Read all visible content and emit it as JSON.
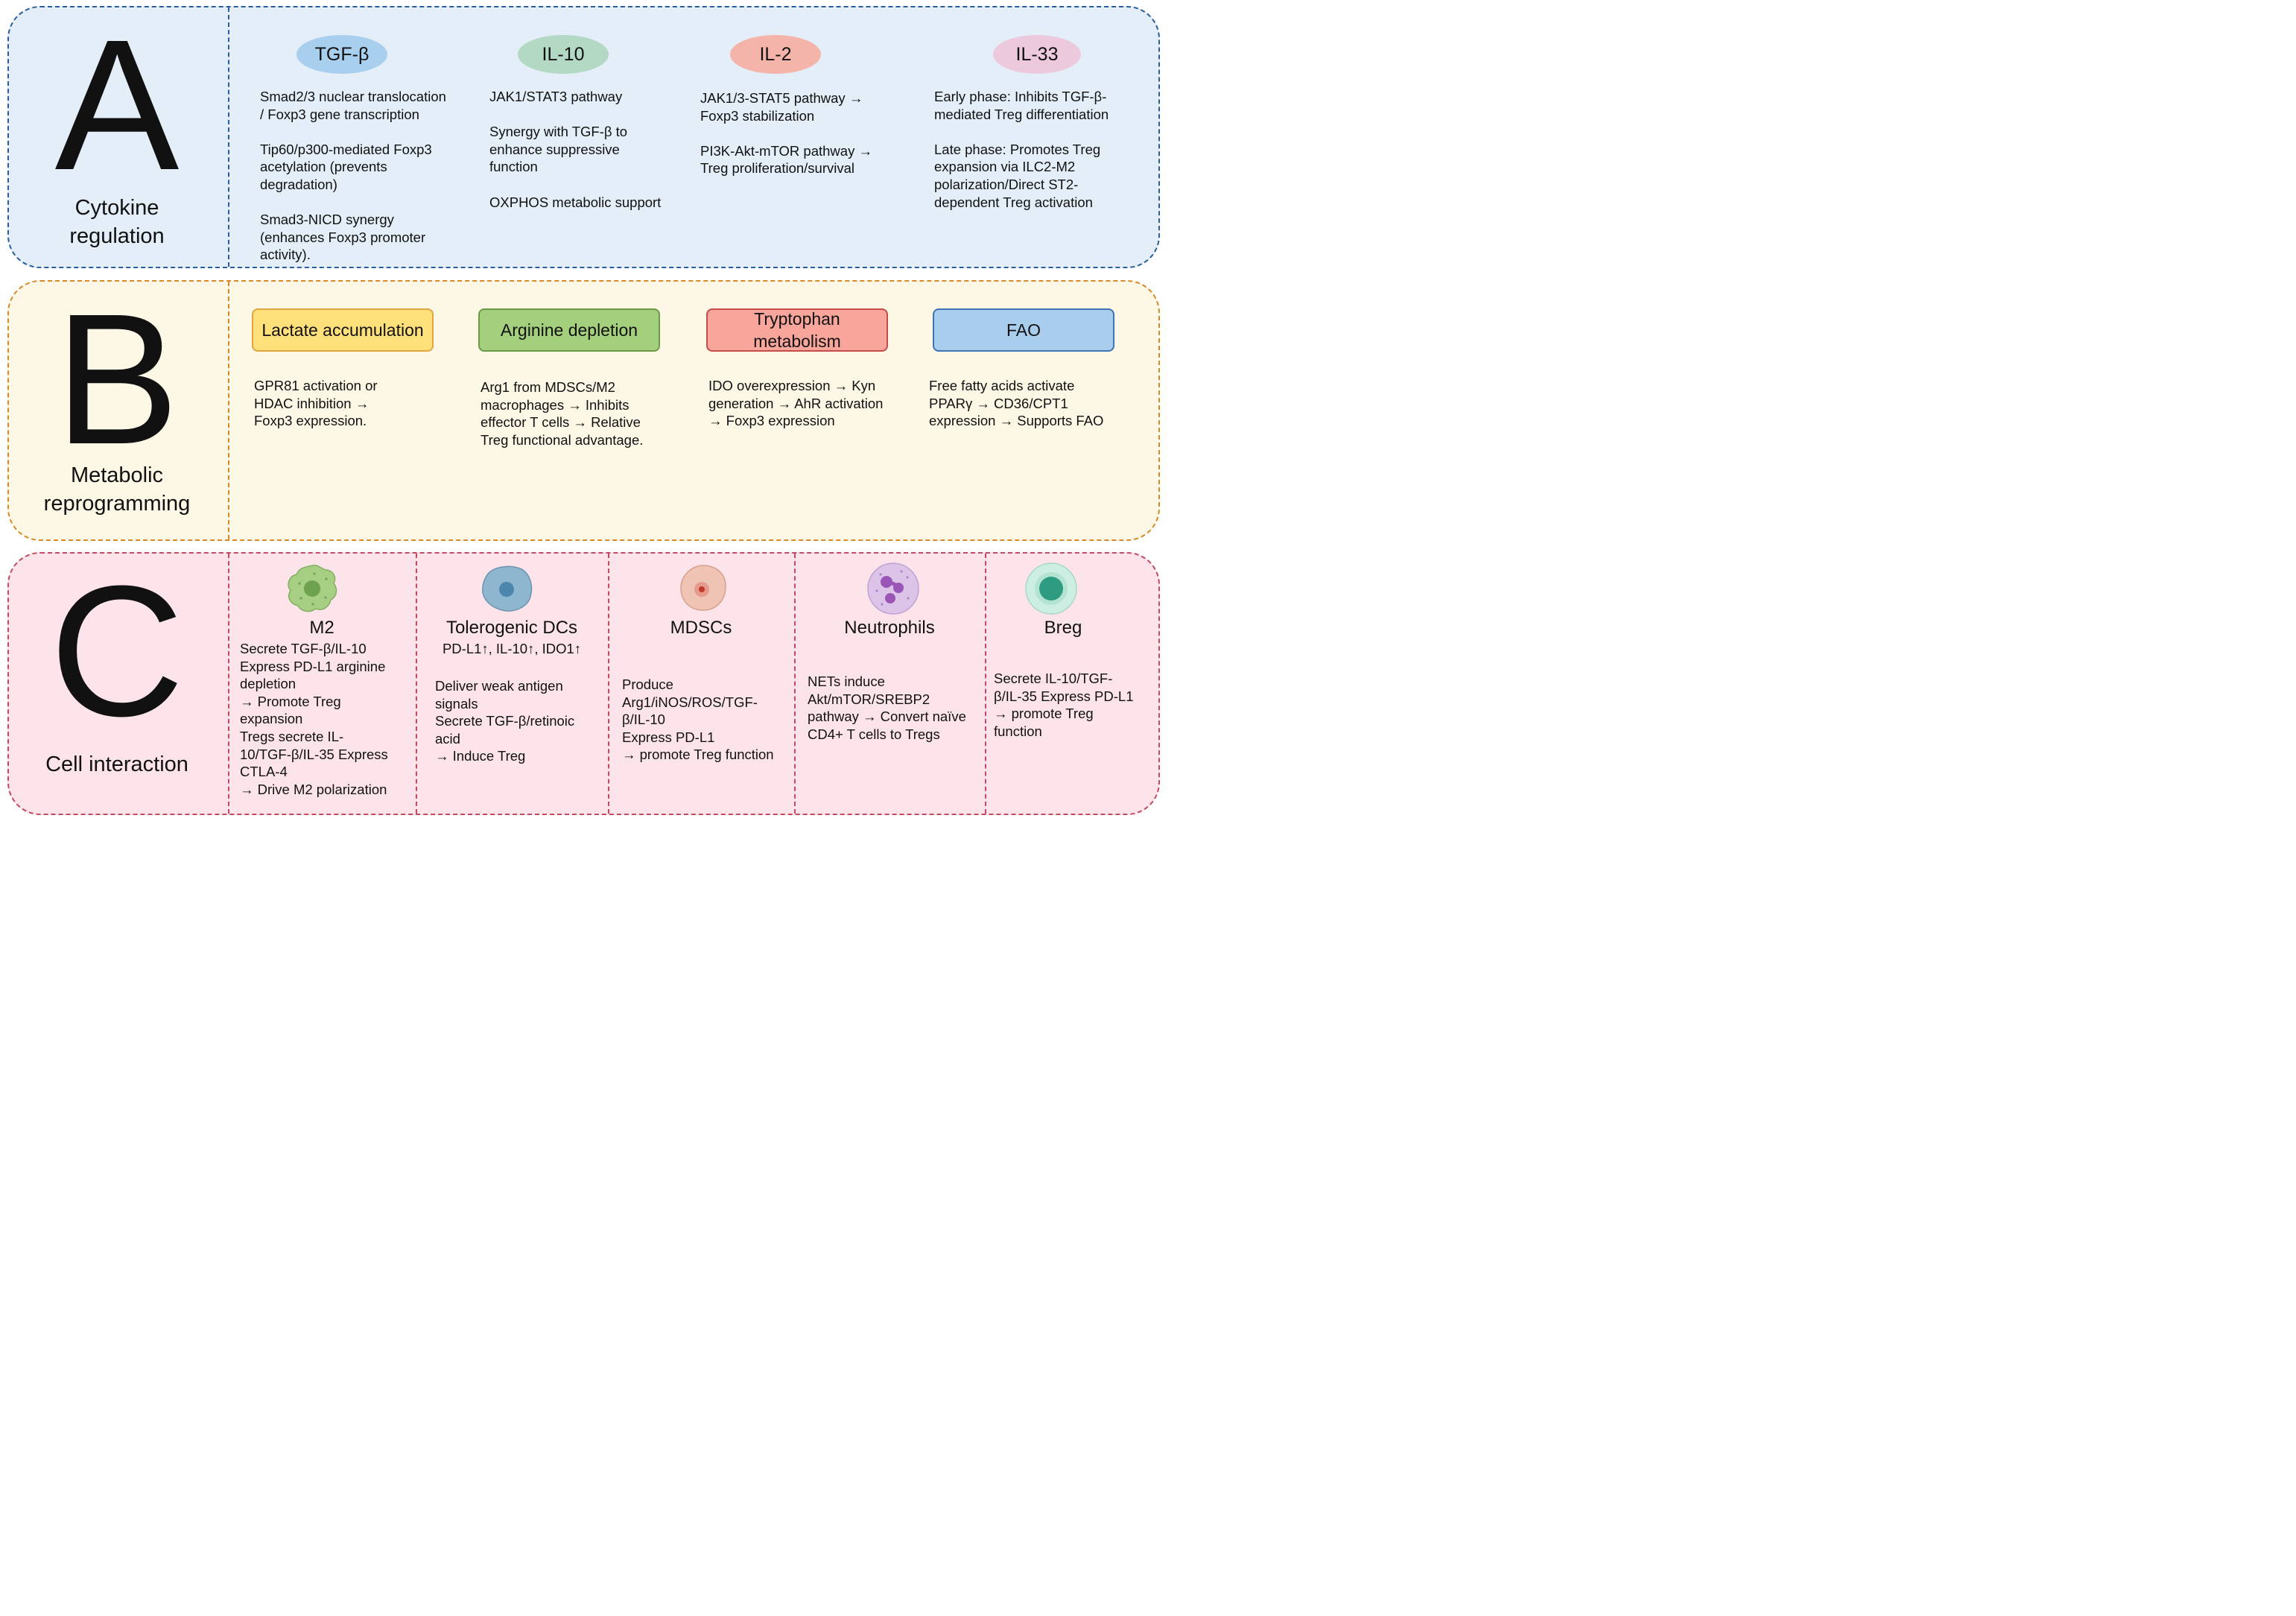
{
  "cytokine": {
    "letter": "A",
    "label_line1": "Cytokine",
    "label_line2": "regulation",
    "items": [
      {
        "name": "TGF-β",
        "color": "#a9cfee",
        "text": "Smad2/3 nuclear translocation\n/ Foxp3 gene transcription\n\nTip60/p300-mediated Foxp3\nacetylation (prevents\ndegradation)\n\nSmad3-NICD synergy\n(enhances Foxp3 promoter\nactivity)."
      },
      {
        "name": "IL-10",
        "color": "#b3d9c5",
        "text": "JAK1/STAT3 pathway\n\nSynergy with TGF-β to\nenhance suppressive\nfunction\n\nOXPHOS metabolic support"
      },
      {
        "name": "IL-2",
        "color": "#f5b4a9",
        "text": "JAK1/3-STAT5 pathway →\nFoxp3 stabilization\n\nPI3K-Akt-mTOR pathway →\nTreg proliferation/survival"
      },
      {
        "name": "IL-33",
        "color": "#edc9de",
        "text": "Early phase: Inhibits TGF-β-\nmediated Treg differentiation\n\nLate phase: Promotes Treg\nexpansion via ILC2-M2\npolarization/Direct ST2-\ndependent Treg activation"
      }
    ]
  },
  "metabolic": {
    "letter": "B",
    "label_line1": "Metabolic",
    "label_line2": "reprogramming",
    "items": [
      {
        "name": "Lactate accumulation",
        "color": "#ffe07a",
        "border": "#e0a640",
        "text": "GPR81 activation or\nHDAC inhibition →\nFoxp3 expression."
      },
      {
        "name": "Arginine depletion",
        "color": "#a4cf7c",
        "border": "#6a9a48",
        "text": "Arg1 from MDSCs/M2\nmacrophages → Inhibits\neffector T cells → Relative\nTreg functional advantage."
      },
      {
        "name": "Tryptophan\nmetabolism",
        "color": "#f8a59c",
        "border": "#c64c4c",
        "text": "IDO overexpression → Kyn\ngeneration → AhR activation\n→ Foxp3 expression"
      },
      {
        "name": "FAO",
        "color": "#a9cdec",
        "border": "#3e74b4",
        "text": "Free fatty acids activate\nPPARγ → CD36/CPT1\nexpression → Supports FAO"
      }
    ]
  },
  "cell": {
    "letter": "C",
    "label": "Cell interaction",
    "items": [
      {
        "name": "M2",
        "icon": "m2-macrophage-icon",
        "text": "Secrete TGF-β/IL-10\nExpress PD-L1 arginine\ndepletion\n→ Promote Treg\nexpansion\nTregs secrete IL-\n10/TGF-β/IL-35 Express\nCTLA-4\n→ Drive M2 polarization"
      },
      {
        "name": "Tolerogenic DCs",
        "icon": "dendritic-cell-icon",
        "subtitle": "PD-L1↑, IL-10↑, IDO1↑",
        "text": "Deliver weak antigen\nsignals\nSecrete TGF-β/retinoic\nacid\n→ Induce Treg"
      },
      {
        "name": "MDSCs",
        "icon": "mdsc-cell-icon",
        "text": "Produce\nArg1/iNOS/ROS/TGF-\nβ/IL-10\nExpress PD-L1\n→ promote Treg function"
      },
      {
        "name": "Neutrophils",
        "icon": "neutrophil-icon",
        "text": "NETs induce\nAkt/mTOR/SREBP2\npathway → Convert naïve\nCD4+ T cells to Tregs"
      },
      {
        "name": "Breg",
        "icon": "breg-cell-icon",
        "text": "Secrete IL-10/TGF-\nβ/IL-35 Express PD-L1\n→ promote Treg\nfunction"
      }
    ]
  }
}
